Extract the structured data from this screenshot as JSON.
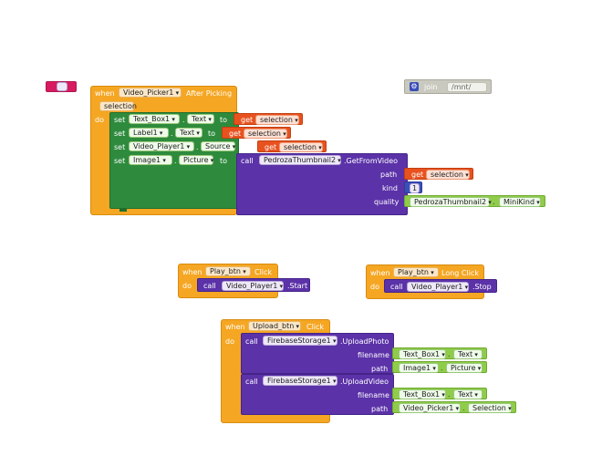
{
  "loose": {
    "join_label": "join",
    "text_value": "/mnt/"
  },
  "picker": {
    "when": "when",
    "component": "Video_Picker1",
    "event": "After Picking",
    "param": "selection",
    "do": "do",
    "rows": [
      {
        "set": "set",
        "comp": "Text_Box1",
        "prop": "Text",
        "to": "to",
        "get": "get",
        "var": "selection"
      },
      {
        "set": "set",
        "comp": "Label1",
        "prop": "Text",
        "to": "to",
        "get": "get",
        "var": "selection"
      },
      {
        "set": "set",
        "comp": "Video_Player1",
        "prop": "Source",
        "to": "to",
        "get": "get",
        "var": "selection"
      },
      {
        "set": "set",
        "comp": "Image1",
        "prop": "Picture",
        "to": "to"
      }
    ],
    "call": {
      "call": "call",
      "component": "PedrozaThumbnail2",
      "method": ".GetFromVideo",
      "path_label": "path",
      "path_get": "get",
      "path_var": "selection",
      "kind_label": "kind",
      "kind_value": "1",
      "quality_label": "quality",
      "quality_comp": "PedrozaThumbnail2",
      "quality_value": "MiniKind"
    }
  },
  "play": {
    "when": "when",
    "component": "Play_btn",
    "event": "Click",
    "do": "do",
    "call": "call",
    "target": "Video_Player1",
    "method": ".Start"
  },
  "playlong": {
    "when": "when",
    "component": "Play_btn",
    "event": "Long Click",
    "do": "do",
    "call": "call",
    "target": "Video_Player1",
    "method": ".Stop"
  },
  "upload": {
    "when": "when",
    "component": "Upload_btn",
    "event": "Click",
    "do": "do",
    "photo": {
      "call": "call",
      "component": "FirebaseStorage1",
      "method": ".UploadPhoto",
      "filename_label": "filename",
      "filename_comp": "Text_Box1",
      "filename_prop": "Text",
      "path_label": "path",
      "path_comp": "Image1",
      "path_prop": "Picture"
    },
    "video": {
      "call": "call",
      "component": "FirebaseStorage1",
      "method": ".UploadVideo",
      "filename_label": "filename",
      "filename_comp": "Text_Box1",
      "filename_prop": "Text",
      "path_label": "path",
      "path_comp": "Video_Picker1",
      "path_prop": "Selection"
    }
  }
}
